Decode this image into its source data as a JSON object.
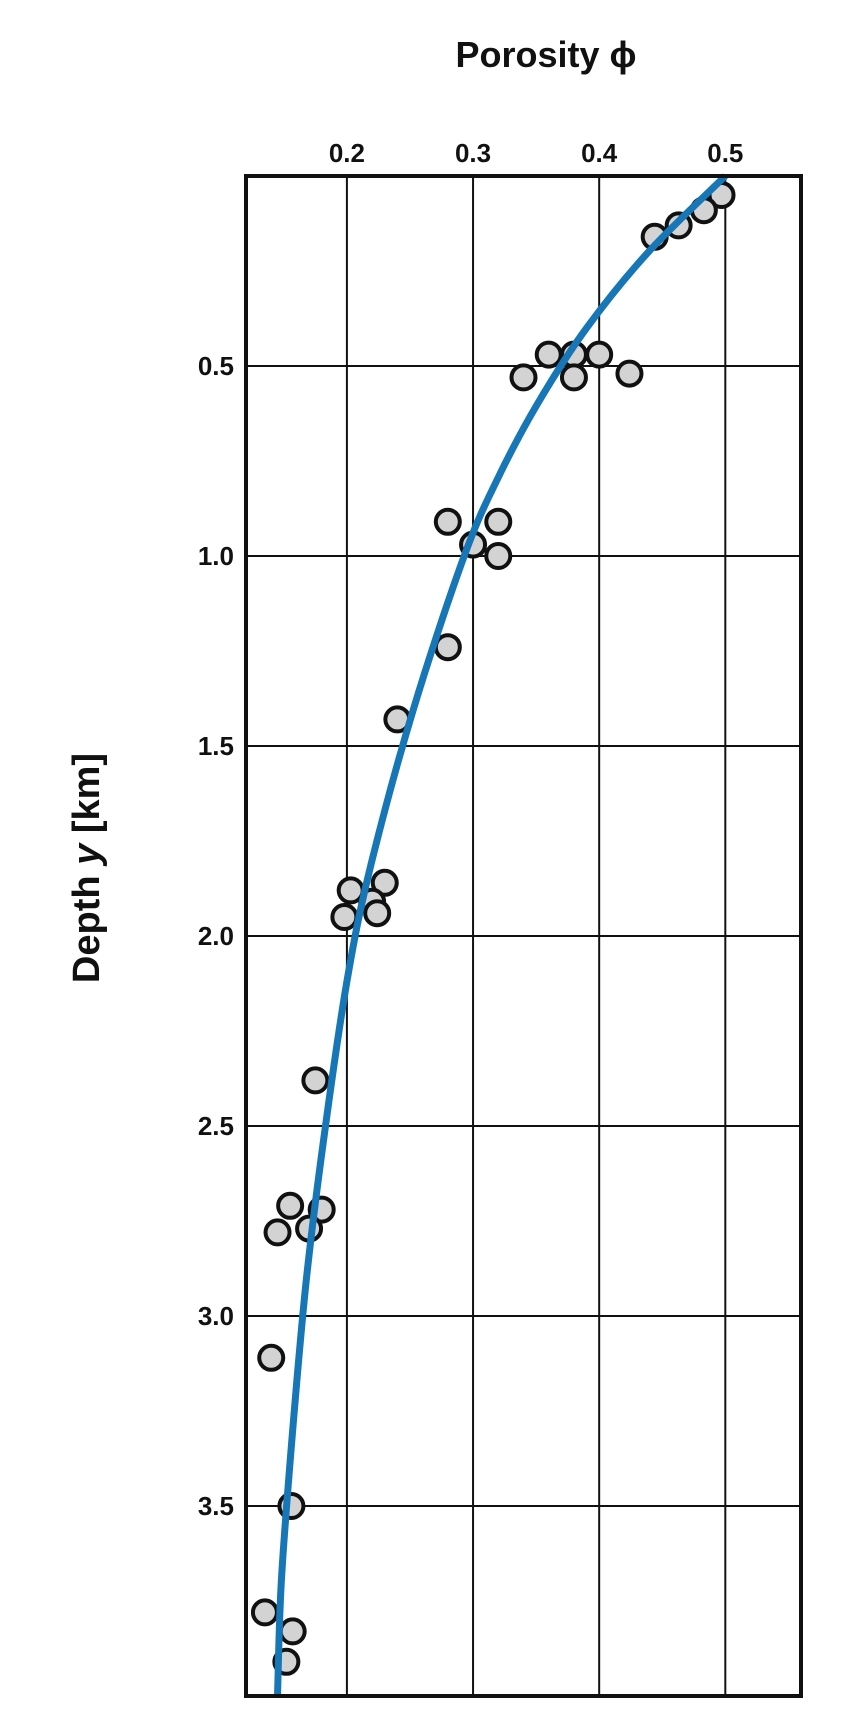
{
  "chart_data": {
    "type": "scatter",
    "title": "Porosity ϕ",
    "xlabel": "Porosity ϕ",
    "ylabel_prefix": "Depth ",
    "ylabel_var": "y",
    "ylabel_unit": " [km]",
    "x_axis_position": "top",
    "y_axis_inverted": true,
    "xlim": [
      0.12,
      0.56
    ],
    "ylim": [
      0,
      4.0
    ],
    "x_ticks": [
      0.2,
      0.3,
      0.4,
      0.5
    ],
    "x_tick_labels": [
      "0.2",
      "0.3",
      "0.4",
      "0.5"
    ],
    "y_ticks": [
      0.5,
      1.0,
      1.5,
      2.0,
      2.5,
      3.0,
      3.5
    ],
    "y_tick_labels": [
      "0.5",
      "1.0",
      "1.5",
      "2.0",
      "2.5",
      "3.0",
      "3.5"
    ],
    "grid": true,
    "series": [
      {
        "kind": "points",
        "color": "#d3d3d3",
        "edge_color": "#111111",
        "points": [
          {
            "x": 0.497,
            "y": 0.05
          },
          {
            "x": 0.483,
            "y": 0.09
          },
          {
            "x": 0.463,
            "y": 0.13
          },
          {
            "x": 0.444,
            "y": 0.16
          },
          {
            "x": 0.36,
            "y": 0.47
          },
          {
            "x": 0.38,
            "y": 0.47
          },
          {
            "x": 0.4,
            "y": 0.47
          },
          {
            "x": 0.34,
            "y": 0.53
          },
          {
            "x": 0.38,
            "y": 0.53
          },
          {
            "x": 0.424,
            "y": 0.52
          },
          {
            "x": 0.28,
            "y": 0.91
          },
          {
            "x": 0.32,
            "y": 0.91
          },
          {
            "x": 0.3,
            "y": 0.97
          },
          {
            "x": 0.32,
            "y": 1.0
          },
          {
            "x": 0.28,
            "y": 1.24
          },
          {
            "x": 0.24,
            "y": 1.43
          },
          {
            "x": 0.23,
            "y": 1.86
          },
          {
            "x": 0.203,
            "y": 1.88
          },
          {
            "x": 0.22,
            "y": 1.91
          },
          {
            "x": 0.224,
            "y": 1.94
          },
          {
            "x": 0.198,
            "y": 1.95
          },
          {
            "x": 0.175,
            "y": 2.38
          },
          {
            "x": 0.155,
            "y": 2.71
          },
          {
            "x": 0.18,
            "y": 2.72
          },
          {
            "x": 0.17,
            "y": 2.77
          },
          {
            "x": 0.145,
            "y": 2.78
          },
          {
            "x": 0.14,
            "y": 3.11
          },
          {
            "x": 0.156,
            "y": 3.5
          },
          {
            "x": 0.135,
            "y": 3.78
          },
          {
            "x": 0.157,
            "y": 3.83
          },
          {
            "x": 0.152,
            "y": 3.91
          }
        ]
      },
      {
        "kind": "line",
        "color": "#1776b6",
        "points": [
          {
            "x": 0.5,
            "y": 0.0
          },
          {
            "x": 0.439,
            "y": 0.2
          },
          {
            "x": 0.39,
            "y": 0.4
          },
          {
            "x": 0.351,
            "y": 0.6
          },
          {
            "x": 0.319,
            "y": 0.8
          },
          {
            "x": 0.293,
            "y": 1.0
          },
          {
            "x": 0.253,
            "y": 1.4
          },
          {
            "x": 0.22,
            "y": 1.8
          },
          {
            "x": 0.201,
            "y": 2.1
          },
          {
            "x": 0.183,
            "y": 2.5
          },
          {
            "x": 0.168,
            "y": 2.9
          },
          {
            "x": 0.157,
            "y": 3.3
          },
          {
            "x": 0.148,
            "y": 3.7
          },
          {
            "x": 0.145,
            "y": 4.0
          }
        ]
      }
    ]
  }
}
